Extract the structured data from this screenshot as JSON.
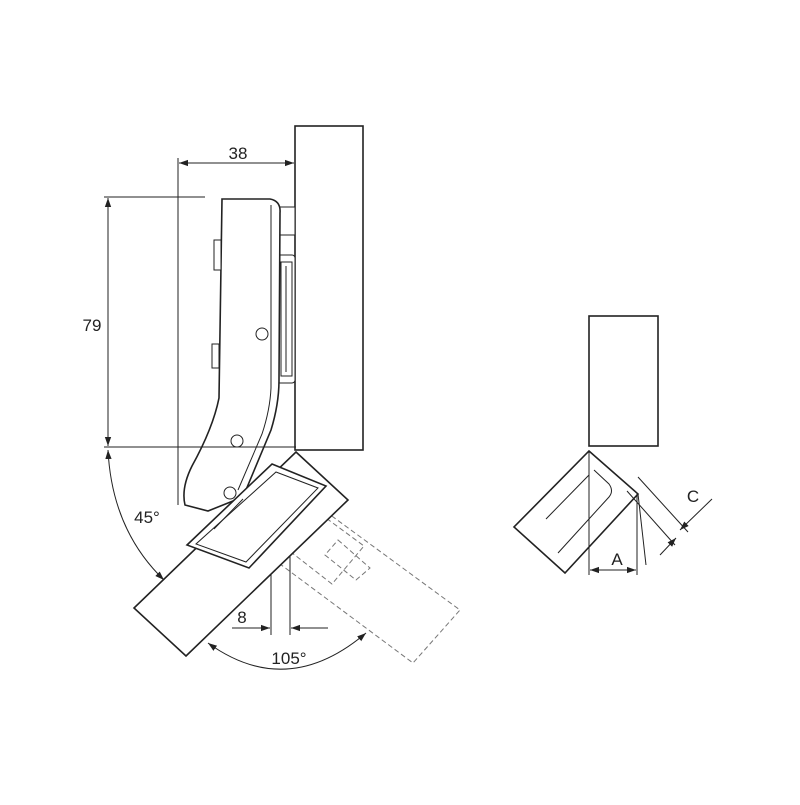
{
  "diagram": {
    "dimensions": {
      "overlay_width": "38",
      "height": "79",
      "side_offset": "8",
      "angle_closed": "45°",
      "angle_open": "105°",
      "detail_a": "A",
      "detail_c": "C"
    },
    "colors": {
      "line": "#222222",
      "hidden_line": "#777777",
      "background": "#ffffff"
    }
  }
}
